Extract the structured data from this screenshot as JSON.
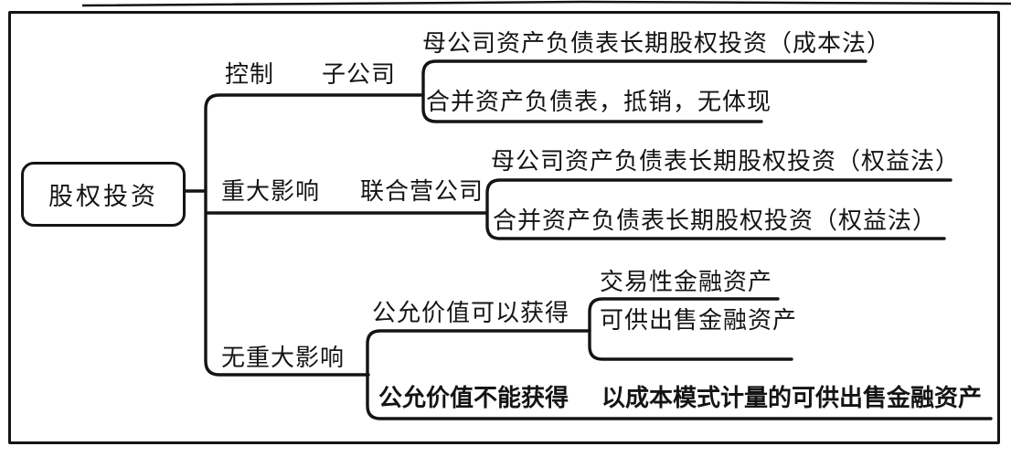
{
  "colors": {
    "line": "#141414",
    "text": "#141414",
    "background": "#ffffff"
  },
  "tree": {
    "root": {
      "label": "股权投资"
    },
    "branches": [
      {
        "condition": "控制",
        "entity": "子公司",
        "leaves": [
          {
            "label": "母公司资产负债表长期股权投资（成本法）"
          },
          {
            "label": "合并资产负债表，抵销，无体现"
          }
        ]
      },
      {
        "condition": "重大影响",
        "entity": "联合营公司",
        "leaves": [
          {
            "label": "母公司资产负债表长期股权投资（权益法）"
          },
          {
            "label": "合并资产负债表长期股权投资（权益法）"
          }
        ]
      },
      {
        "condition": "无重大影响",
        "children": [
          {
            "condition": "公允价值可以获得",
            "leaves": [
              {
                "label": "交易性金融资产"
              },
              {
                "label": "可供出售金融资产"
              }
            ]
          },
          {
            "condition": "公允价值不能获得",
            "result": "以成本模式计量的可供出售金融资产"
          }
        ]
      }
    ]
  }
}
